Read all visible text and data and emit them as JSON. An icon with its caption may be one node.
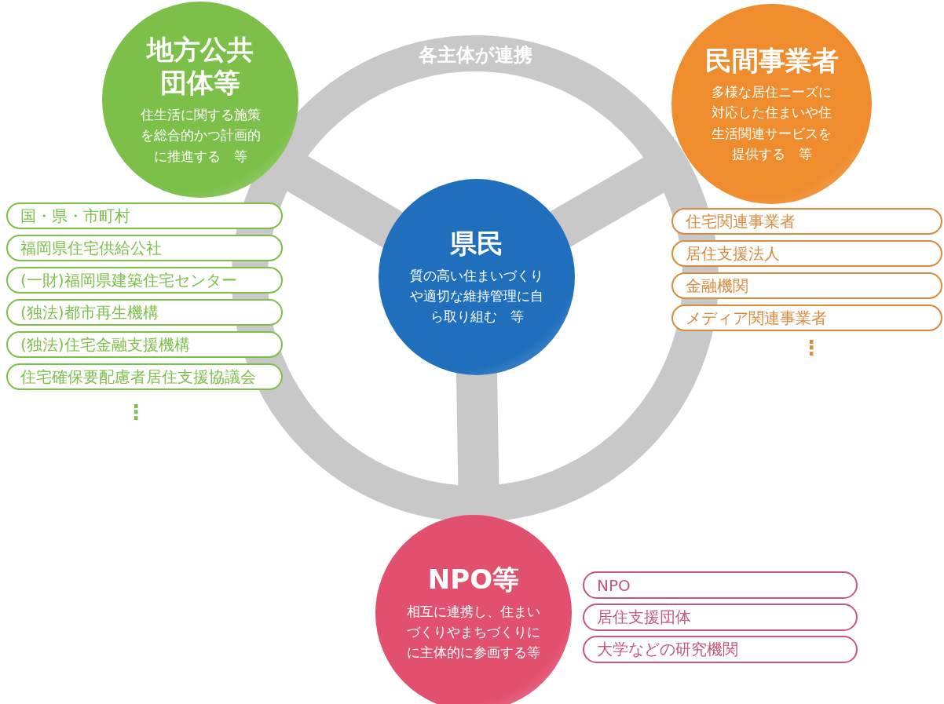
{
  "diagram": {
    "nodes": [
      {
        "text": [
          "地方公共団体等",
          "住生活に関する施策を総合的かつ計画的に推進する　等"
        ]
      },
      {
        "text": [
          "民間事業者",
          "多様な居住ニーズに対応した住まいや住生活関連サービスを提供する　等"
        ]
      },
      {
        "text": [
          "国・県・市町村"
        ]
      },
      {
        "text": [
          "福岡県住宅供給公社"
        ]
      },
      {
        "text": [
          "(一財)福岡県建築住宅センター"
        ]
      },
      {
        "text": [
          "(独法)都市再生機構"
        ]
      },
      {
        "text": [
          "(独法)住宅金融支援機構"
        ]
      },
      {
        "text": [
          "住宅確保要配慮者居住支援協議会"
        ]
      },
      {
        "text": [
          "住宅関連事業者"
        ]
      },
      {
        "text": [
          "居住支援法人"
        ]
      },
      {
        "text": [
          "金融機関"
        ]
      },
      {
        "text": [
          "メディア関連事業者"
        ]
      },
      {
        "text": [
          "県民",
          "質の高い住まいづくりや適切な維持管理に自ら取り組む　等"
        ]
      },
      {
        "text": [
          "NPO等",
          "相互に連携し、住まいづくりやまちづくりにに主体的に参画する等"
        ]
      },
      {
        "text": [
          "NPO"
        ]
      },
      {
        "text": [
          "居住支援団体"
        ]
      },
      {
        "text": [
          "大学などの研究機関"
        ]
      }
    ],
    "labels": [
      "各主体が連携",
      "⋮",
      "⋮"
    ]
  }
}
